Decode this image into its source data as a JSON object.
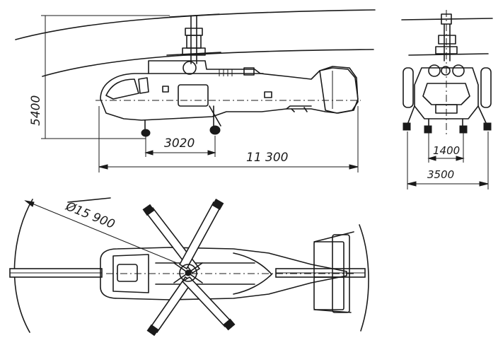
{
  "dimensions": {
    "height": "5400",
    "wheelbase": "3020",
    "length": "11 300",
    "track": "1400",
    "width": "3500",
    "rotor_diameter": "Ø15 900"
  },
  "colors": {
    "ink": "#1a1a1a",
    "paper": "#ffffff"
  }
}
